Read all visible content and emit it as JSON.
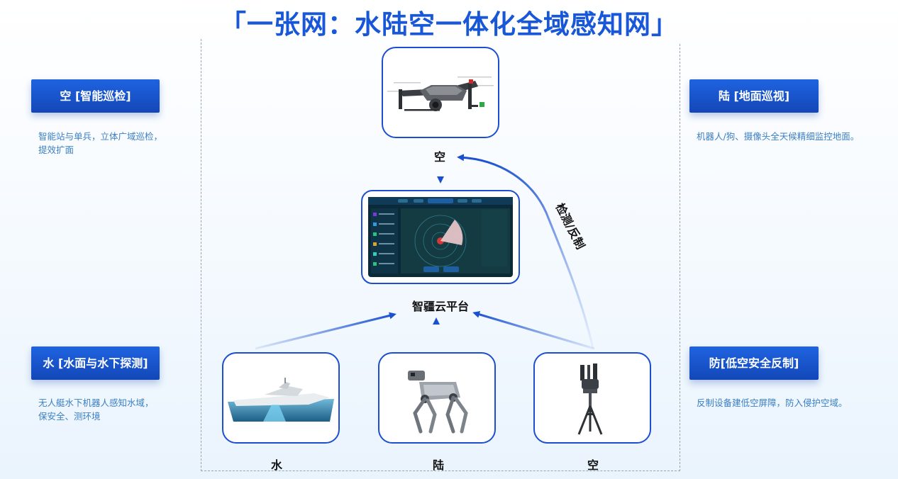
{
  "title": "「一张网：水陆空一体化全域感知网」",
  "left": {
    "air_tag": "空 [智能巡检]",
    "air_desc_1": "智能站与单兵，立体广域巡检，",
    "air_desc_2": "提效扩面",
    "water_tag": "水 [水面与水下探测]",
    "water_desc_1": "无人艇水下机器人感知水域，",
    "water_desc_2": "保安全、测环境"
  },
  "right": {
    "land_tag": "陆 [地面巡视]",
    "land_desc": "机器人/狗、摄像头全天候精细监控地面。",
    "defense_tag": "防[低空安全反制]",
    "defense_desc": "反制设备建低空屏障，防入侵护空域。"
  },
  "center": {
    "drone_label": "空",
    "platform_label": "智疆云平台",
    "counter_label": "检测/反制",
    "bottom_labels": [
      "水",
      "陆",
      "空"
    ]
  },
  "colors": {
    "accent": "#1757d8",
    "tag": "#1a55d0",
    "desc": "#3b7fc4",
    "border": "#1c4fd0"
  }
}
